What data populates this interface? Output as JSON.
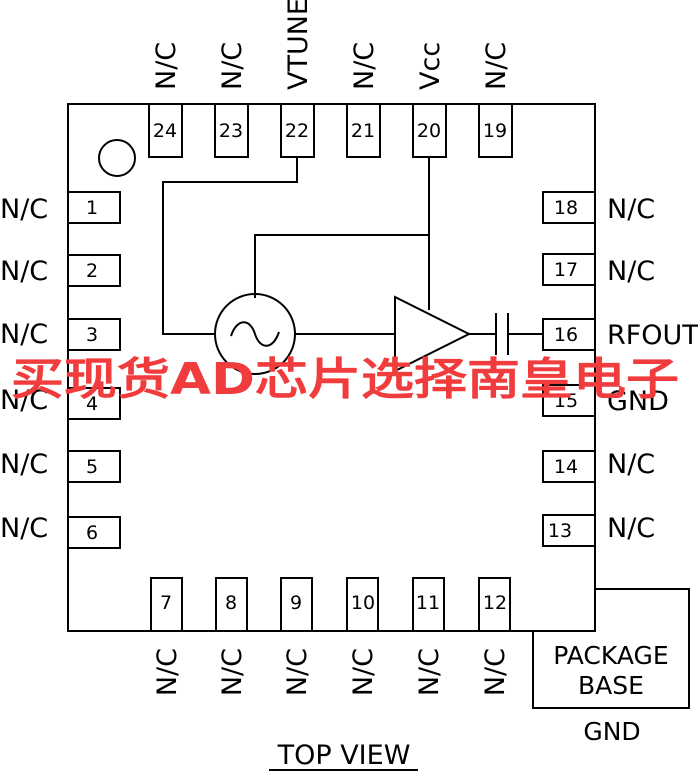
{
  "pins": {
    "top": [
      {
        "num": "24",
        "label": "N/C"
      },
      {
        "num": "23",
        "label": "N/C"
      },
      {
        "num": "22",
        "label": "VTUNE"
      },
      {
        "num": "21",
        "label": "N/C"
      },
      {
        "num": "20",
        "label": "Vcc"
      },
      {
        "num": "19",
        "label": "N/C"
      }
    ],
    "left": [
      {
        "num": "1",
        "label": "N/C"
      },
      {
        "num": "2",
        "label": "N/C"
      },
      {
        "num": "3",
        "label": "N/C"
      },
      {
        "num": "4",
        "label": "N/C"
      },
      {
        "num": "5",
        "label": "N/C"
      },
      {
        "num": "6",
        "label": "N/C"
      }
    ],
    "right": [
      {
        "num": "18",
        "label": "N/C"
      },
      {
        "num": "17",
        "label": "N/C"
      },
      {
        "num": "16",
        "label": "RFOUT"
      },
      {
        "num": "15",
        "label": "GND"
      },
      {
        "num": "14",
        "label": "N/C"
      },
      {
        "num": "13",
        "label": "N/C"
      }
    ],
    "bottom": [
      {
        "num": "7",
        "label": "N/C"
      },
      {
        "num": "8",
        "label": "N/C"
      },
      {
        "num": "9",
        "label": "N/C"
      },
      {
        "num": "10",
        "label": "N/C"
      },
      {
        "num": "11",
        "label": "N/C"
      },
      {
        "num": "12",
        "label": "N/C"
      }
    ]
  },
  "package_base": {
    "line1": "PACKAGE",
    "line2": "BASE",
    "gnd": "GND"
  },
  "view_label": "TOP VIEW",
  "watermark": "买现货AD芯片选择南皇电子",
  "colors": {
    "line": "#000000",
    "watermark": "#f03c3c"
  }
}
